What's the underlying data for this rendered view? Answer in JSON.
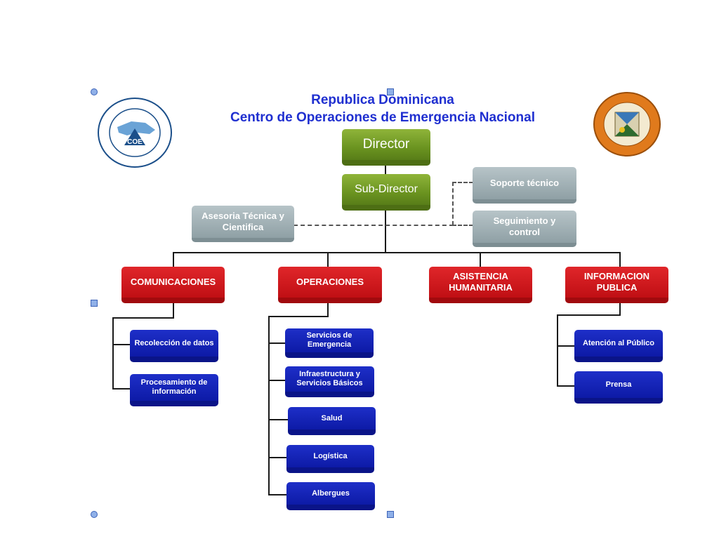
{
  "header": {
    "title_line1": "Republica Dominicana",
    "title_line2": "Centro de Operaciones de Emergencia Nacional"
  },
  "logos": {
    "left": {
      "text": "COE"
    }
  },
  "chart": {
    "director": "Director",
    "subdirector": "Sub-Director",
    "asesoria": "Asesoria Técnica y Cientifica",
    "soporte": "Soporte técnico",
    "seguimiento": "Seguimiento y control",
    "departments": [
      {
        "label": "COMUNICACIONES",
        "children": [
          "Recolección de datos",
          "Procesamiento de información"
        ]
      },
      {
        "label": "OPERACIONES",
        "children": [
          "Servicios de Emergencia",
          "Infraestructura y Servicios Básicos",
          "Salud",
          "Logística",
          "Albergues"
        ]
      },
      {
        "label": "ASISTENCIA HUMANITARIA",
        "children": []
      },
      {
        "label": "INFORMACION PUBLICA",
        "children": [
          "Atención al Público",
          "Prensa"
        ]
      }
    ]
  },
  "colors": {
    "title": "#1f2fd0",
    "director_green": "#6b9420",
    "staff_gray": "#8fa0a5",
    "department_red": "#c00f14",
    "unit_blue": "#0d1aa6"
  }
}
